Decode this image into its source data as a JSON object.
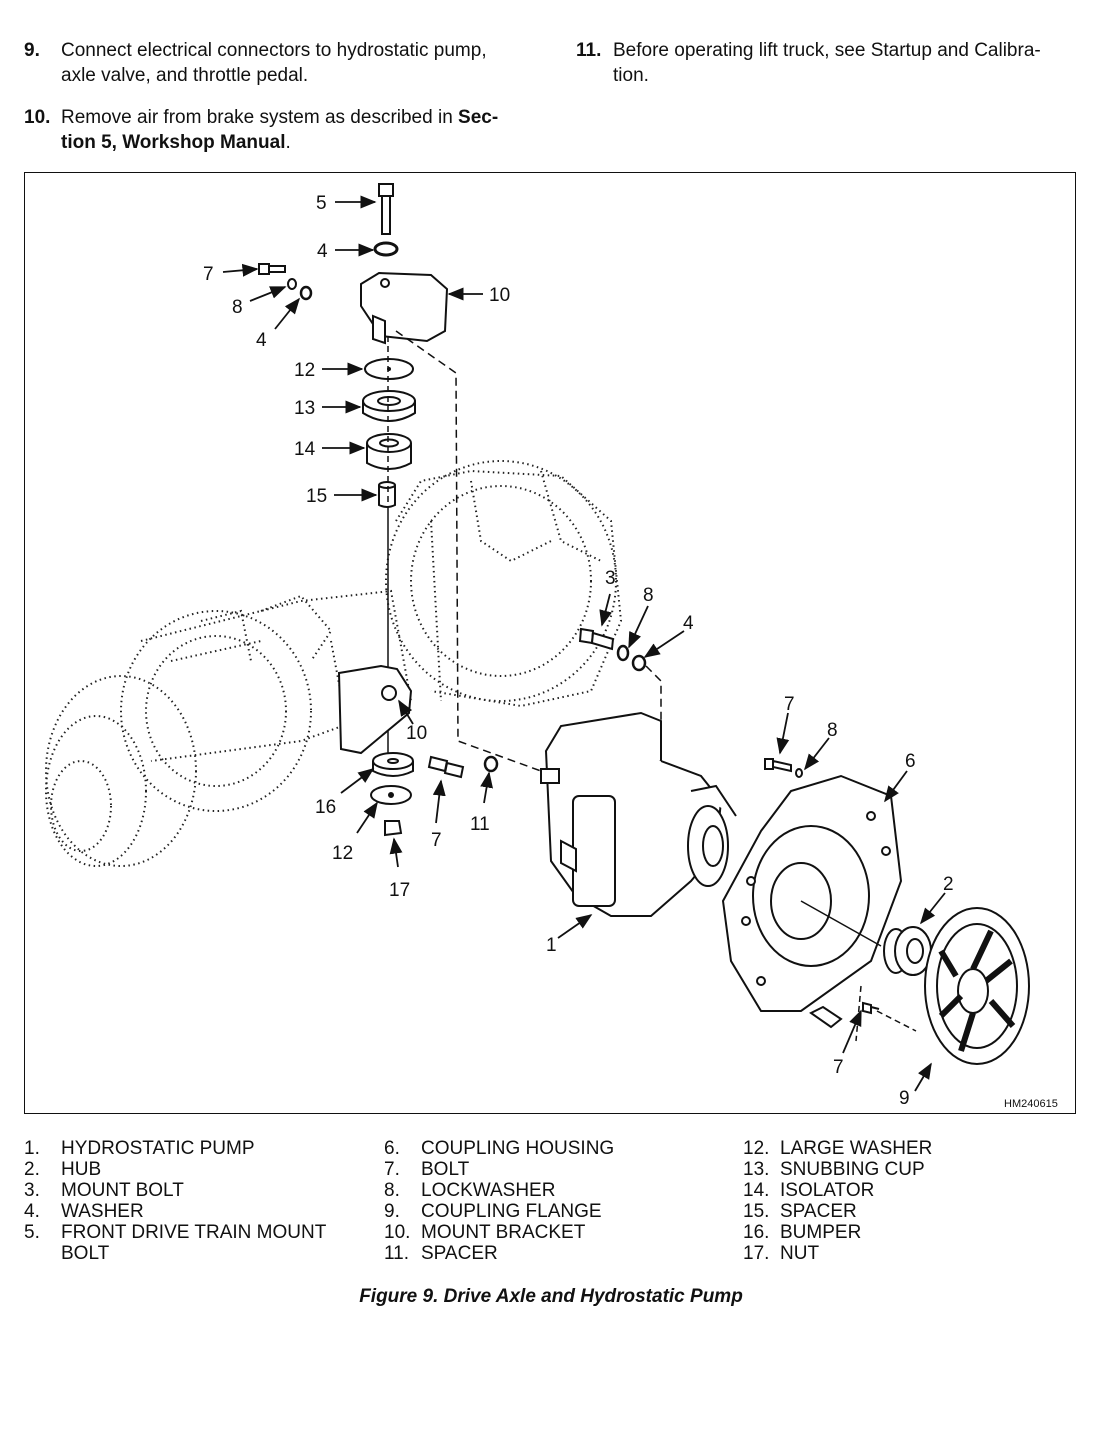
{
  "steps": {
    "s9": {
      "num": "9.",
      "line1": "Connect electrical connectors to hydrostatic pump,",
      "line2": "axle valve, and throttle pedal."
    },
    "s10": {
      "num": "10.",
      "line1_pre": "Remove air from brake system as described in ",
      "line1_bold": "Sec-",
      "line2_bold": "tion 5, Workshop Manual",
      "line2_post": "."
    },
    "s11": {
      "num": "11.",
      "line1": "Before operating lift truck, see Startup and Calibra-",
      "line2": "tion."
    }
  },
  "figure": {
    "id": "HM240615",
    "callouts": {
      "c5": "5",
      "c4a": "4",
      "c7a": "7",
      "c8a": "8",
      "c4b": "4",
      "c10a": "10",
      "c12a": "12",
      "c13": "13",
      "c14": "14",
      "c15": "15",
      "c3": "3",
      "c8b": "8",
      "c4c": "4",
      "c10b": "10",
      "c16": "16",
      "c12b": "12",
      "c7b": "7",
      "c11": "11",
      "c17": "17",
      "c7c": "7",
      "c8c": "8",
      "c6": "6",
      "c2": "2",
      "c1": "1",
      "c7d": "7",
      "c9": "9"
    }
  },
  "legend": {
    "col1": [
      {
        "n": "1.",
        "label": "HYDROSTATIC PUMP"
      },
      {
        "n": "2.",
        "label": "HUB"
      },
      {
        "n": "3.",
        "label": "MOUNT BOLT"
      },
      {
        "n": "4.",
        "label": "WASHER"
      },
      {
        "n": "5.",
        "label": "FRONT DRIVE TRAIN MOUNT",
        "label2": "BOLT"
      }
    ],
    "col2": [
      {
        "n": "6.",
        "label": "COUPLING HOUSING"
      },
      {
        "n": "7.",
        "label": "BOLT"
      },
      {
        "n": "8.",
        "label": "LOCKWASHER"
      },
      {
        "n": "9.",
        "label": "COUPLING FLANGE"
      },
      {
        "n": "10.",
        "label": "MOUNT BRACKET"
      },
      {
        "n": "11.",
        "label": "SPACER"
      }
    ],
    "col3": [
      {
        "n": "12.",
        "label": "LARGE WASHER"
      },
      {
        "n": "13.",
        "label": "SNUBBING CUP"
      },
      {
        "n": "14.",
        "label": "ISOLATOR"
      },
      {
        "n": "15.",
        "label": "SPACER"
      },
      {
        "n": "16.",
        "label": "BUMPER"
      },
      {
        "n": "17.",
        "label": "NUT"
      }
    ]
  },
  "caption": "Figure 9.  Drive Axle and Hydrostatic Pump"
}
